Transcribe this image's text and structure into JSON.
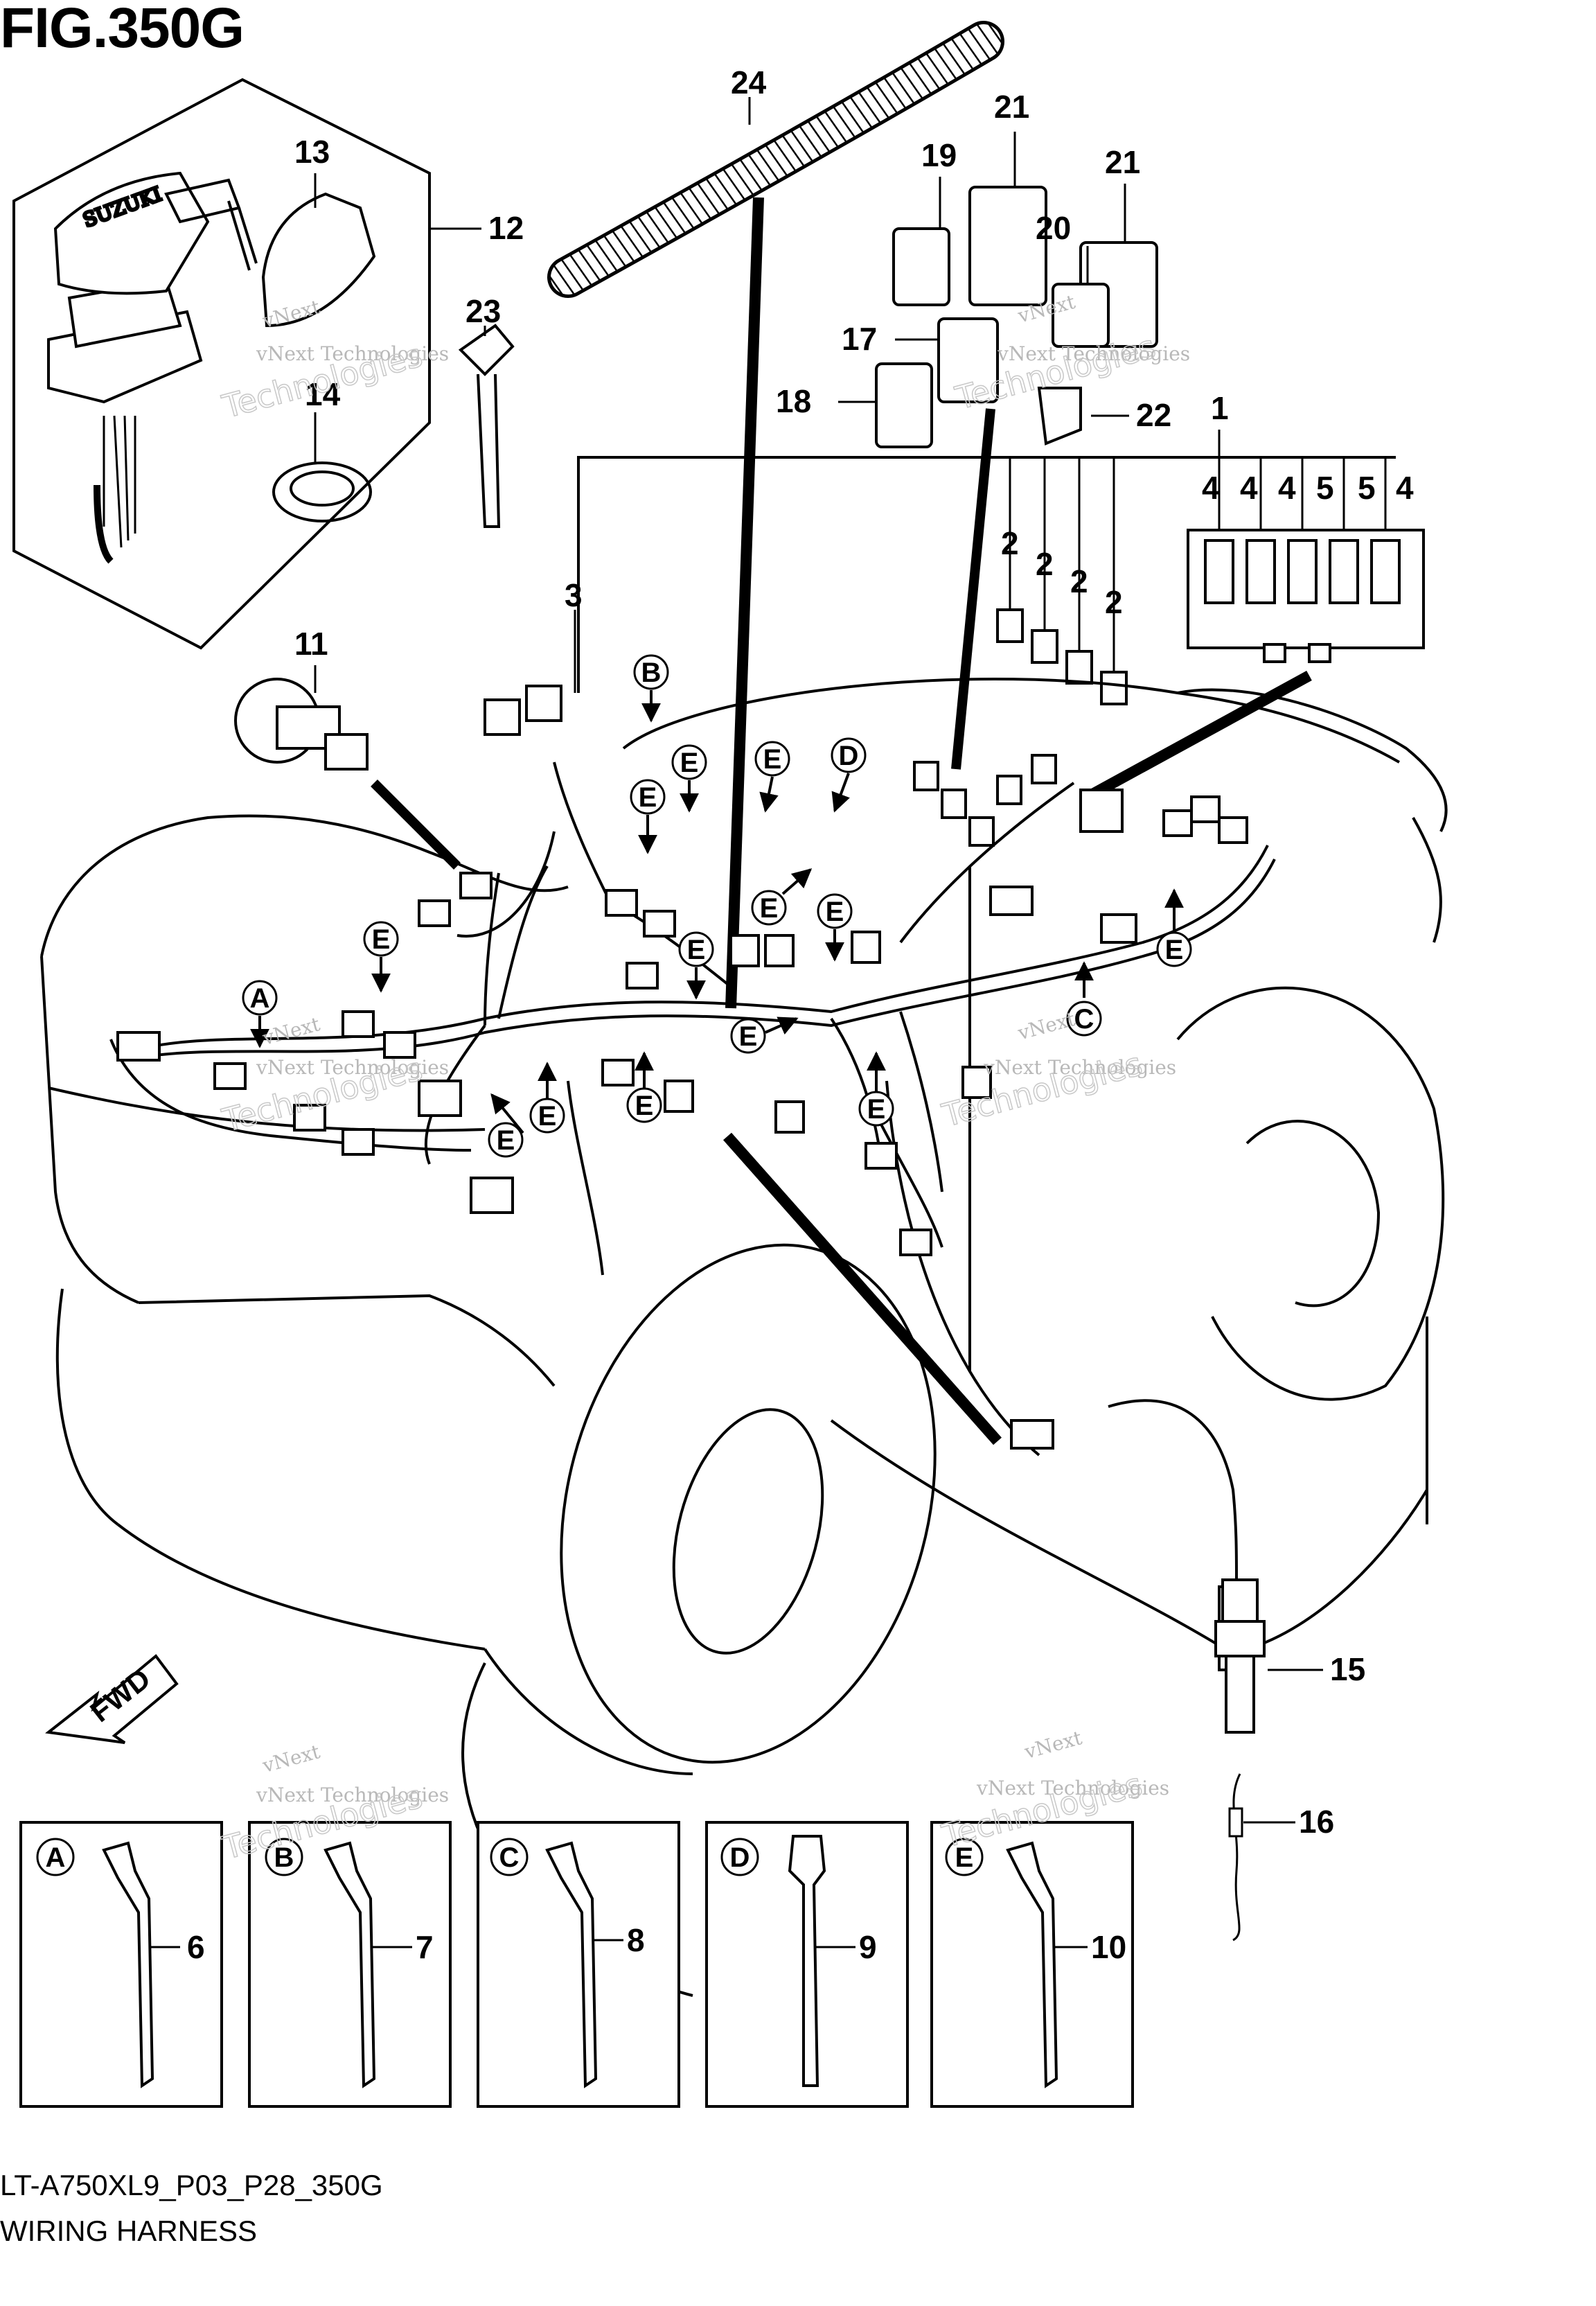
{
  "figure": {
    "title": "FIG.350G",
    "code": "LT-A750XL9_P03_P28_350G",
    "subtitle": "WIRING HARNESS"
  },
  "watermark": {
    "line1": "vNext",
    "line2": "vNext Technologies",
    "line3": "Technologies"
  },
  "direction_label": "FWD",
  "brand_mark": "SUZUKI",
  "part_numbers": [
    "1",
    "2",
    "2",
    "2",
    "2",
    "3",
    "4",
    "4",
    "4",
    "4",
    "5",
    "5",
    "6",
    "7",
    "8",
    "9",
    "10",
    "11",
    "12",
    "13",
    "14",
    "15",
    "16",
    "17",
    "18",
    "19",
    "20",
    "21",
    "21",
    "22",
    "23",
    "24"
  ],
  "reference_letters": [
    "A",
    "B",
    "C",
    "D",
    "E"
  ],
  "insets": [
    {
      "letter": "A",
      "part": "6"
    },
    {
      "letter": "B",
      "part": "7"
    },
    {
      "letter": "C",
      "part": "8"
    },
    {
      "letter": "D",
      "part": "9"
    },
    {
      "letter": "E",
      "part": "10"
    }
  ],
  "callouts": {
    "p1": "1",
    "p2a": "2",
    "p2b": "2",
    "p2c": "2",
    "p2d": "2",
    "p3": "3",
    "p4a": "4",
    "p4b": "4",
    "p4c": "4",
    "p4d": "4",
    "p5a": "5",
    "p5b": "5",
    "p11": "11",
    "p12": "12",
    "p13": "13",
    "p14": "14",
    "p15": "15",
    "p16": "16",
    "p17": "17",
    "p18": "18",
    "p19": "19",
    "p20": "20",
    "p21a": "21",
    "p21b": "21",
    "p22": "22",
    "p23": "23",
    "p24": "24"
  },
  "letters": {
    "A": "A",
    "B": "B",
    "C": "C",
    "D": "D",
    "E": "E"
  }
}
